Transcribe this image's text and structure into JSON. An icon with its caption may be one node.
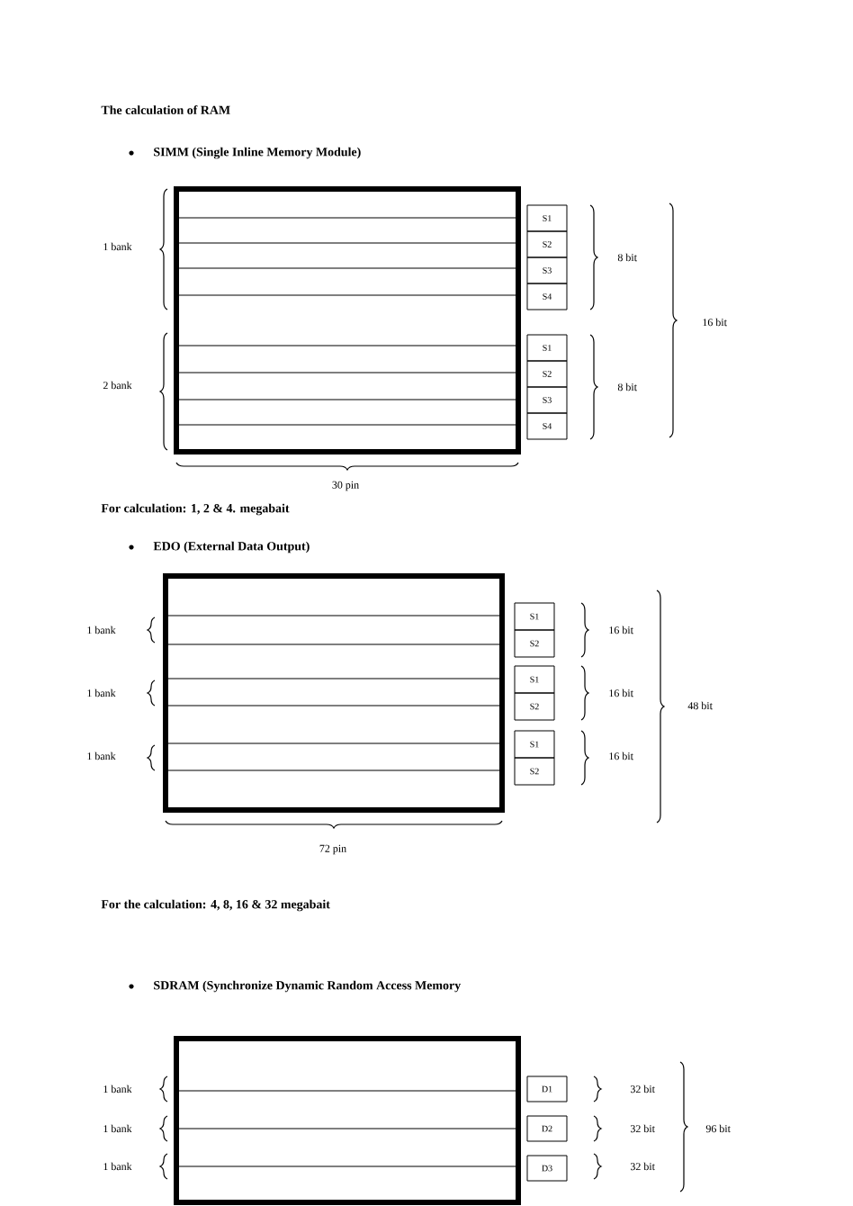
{
  "diagram": {
    "title": "The calculation of RAM",
    "nodes": [
      {
        "text": [],
        "shape": "box"
      },
      {
        "text": [
          "S1"
        ]
      },
      {
        "text": [
          "S2"
        ]
      },
      {
        "text": [
          "S3"
        ]
      },
      {
        "text": [
          "S4"
        ]
      },
      {
        "text": [
          "S1"
        ]
      },
      {
        "text": [
          "S2"
        ]
      },
      {
        "text": [
          "S3"
        ]
      },
      {
        "text": [
          "S4"
        ]
      },
      {
        "text": [],
        "shape": "box"
      },
      {
        "text": [
          "S1"
        ]
      },
      {
        "text": [
          "S2"
        ]
      },
      {
        "text": [
          "S1"
        ]
      },
      {
        "text": [
          "S2"
        ]
      },
      {
        "text": [
          "S1"
        ]
      },
      {
        "text": [
          "S2"
        ]
      },
      {
        "text": [],
        "shape": "box"
      },
      {
        "text": [
          "D1"
        ]
      },
      {
        "text": [
          "D2"
        ]
      },
      {
        "text": [
          "D3"
        ]
      }
    ],
    "labels": [
      "SIMM (Single Inline Memory Module)",
      "1 bank",
      "8 bit",
      "16 bit",
      "2 bank",
      "8 bit",
      "30 pin",
      "For calculation: 1, 2 & 4. megabait",
      "EDO (External Data Output)",
      "1 bank",
      "16 bit",
      "1 bank",
      "16 bit",
      "48 bit",
      "1 bank",
      "16 bit",
      "72 pin",
      "For the calculation: 4, 8, 16 & 32 megabait",
      "SDRAM (Synchronize Dynamic Random Access Memory",
      "1 bank",
      "32 bit",
      "1 bank",
      "32 bit",
      "96 bit",
      "1 bank",
      "32 bit"
    ]
  }
}
